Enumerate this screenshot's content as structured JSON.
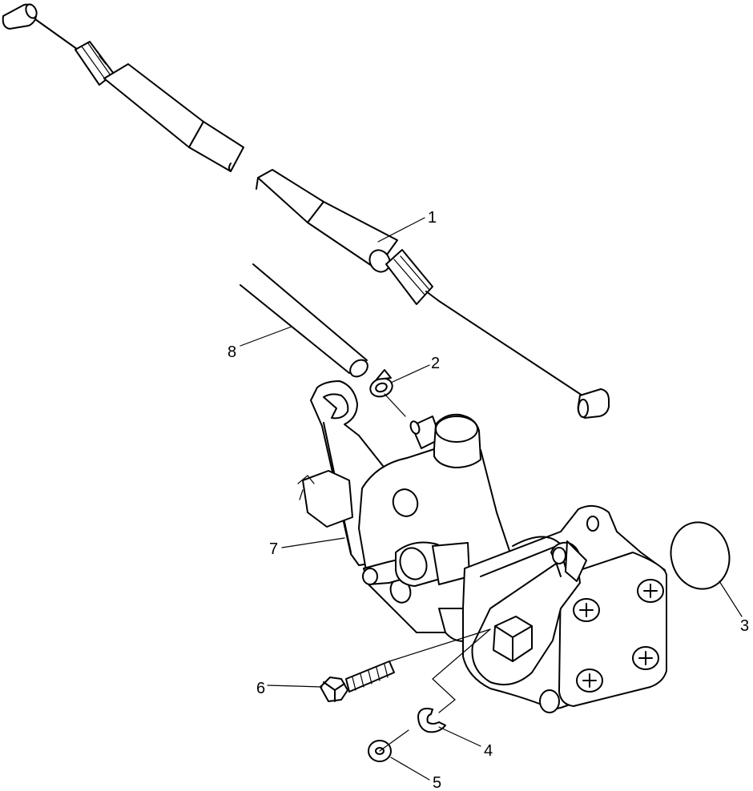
{
  "callouts": [
    {
      "id": "part-1",
      "label": "1"
    },
    {
      "id": "part-2",
      "label": "2"
    },
    {
      "id": "part-3",
      "label": "3"
    },
    {
      "id": "part-4",
      "label": "4"
    },
    {
      "id": "part-5",
      "label": "5"
    },
    {
      "id": "part-6",
      "label": "6"
    },
    {
      "id": "part-7",
      "label": "7"
    },
    {
      "id": "part-8",
      "label": "8"
    }
  ]
}
